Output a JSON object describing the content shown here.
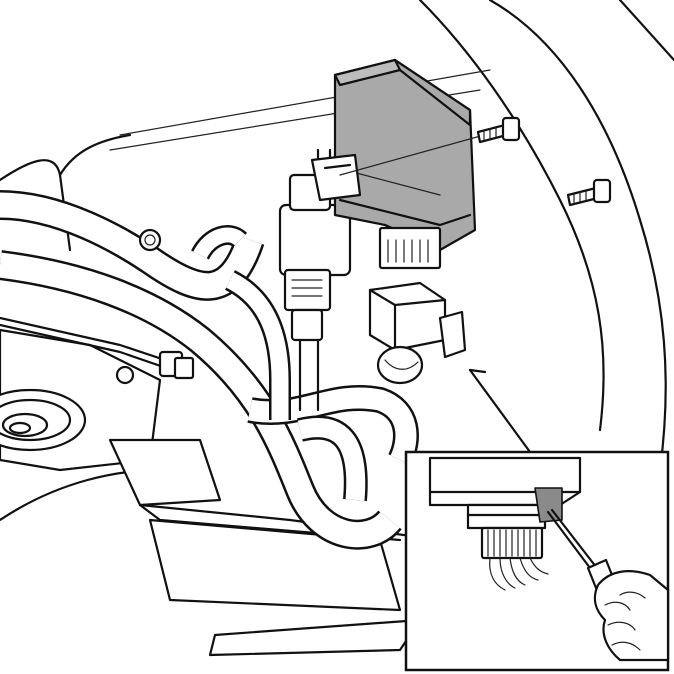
{
  "figure": {
    "kind": "technical-illustration",
    "subject": "control-module-with-connector-and-bolts",
    "inset": {
      "subject": "connector-release-with-screwdriver"
    },
    "colors": {
      "line": "#111111",
      "background": "#ffffff",
      "module_fill": "#a9a9a9",
      "connector_tab_fill": "#8a8a8a"
    }
  }
}
